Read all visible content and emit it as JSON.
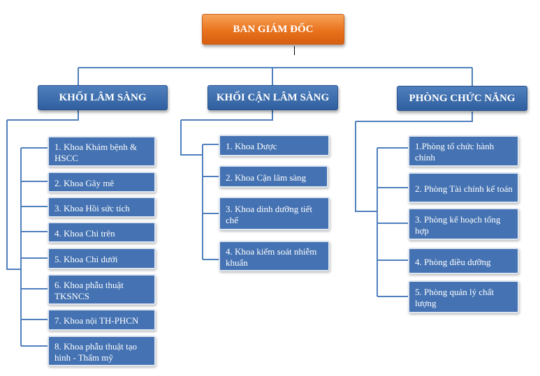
{
  "root": {
    "label": "BAN GIÁM ĐỐC"
  },
  "groups": [
    {
      "label": "KHỐI LÂM SÀNG",
      "items": [
        "1. Khoa Khám bệnh & HSCC",
        "2. Khoa Gây mê",
        "3. Khoa Hồi sức tích",
        "4. Khoa Chi trên",
        "5. Khoa Chi dưới",
        "6. Khoa phẫu thuật TKSNCS",
        "7. Khoa nội TH-PHCN",
        "8. Khoa phẫu thuật tạo hình - Thẩm mỹ"
      ]
    },
    {
      "label": "KHỐI CẬN LÂM SÀNG",
      "items": [
        "1. Khoa Dược",
        "2. Khoa Cận lâm sàng",
        "3. Khoa dinh dưỡng tiết chế",
        "4. Khoa kiểm soát nhiễm khuẩn"
      ]
    },
    {
      "label": "PHÒNG CHỨC NĂNG",
      "items": [
        "1.Phòng tổ chức hành chính",
        "2. Phòng Tài chính kế toán",
        "3. Phòng kế hoạch tổng hợp",
        "4. Phòng điều dưỡng",
        "5. Phòng quản lý chất lượng"
      ]
    }
  ],
  "colors": {
    "root": "#e9721d",
    "group": "#2f5f9e",
    "item": "#4472b2",
    "connector": "#4f7fbd"
  }
}
